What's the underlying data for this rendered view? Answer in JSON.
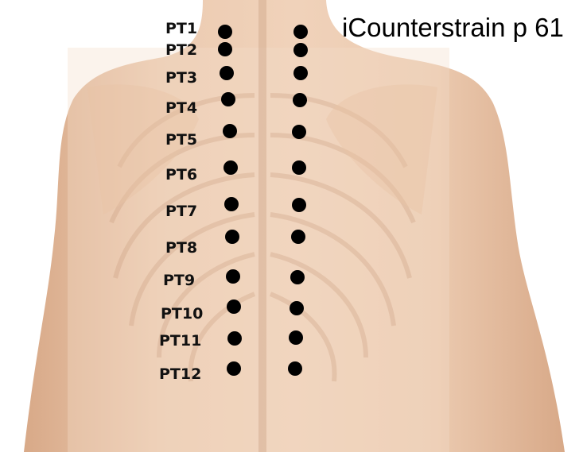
{
  "title": "iCounterstrain p 61",
  "labels": [
    "PT1",
    "PT2",
    "PT3",
    "PT4",
    "PT5",
    "PT6",
    "PT7",
    "PT8",
    "PT9",
    "PT10",
    "PT11",
    "PT12"
  ],
  "colors": {
    "dot": "#000000",
    "skin": "#e8c3a6",
    "skin_shadow": "#d9ab8a",
    "background": "#ffffff"
  }
}
